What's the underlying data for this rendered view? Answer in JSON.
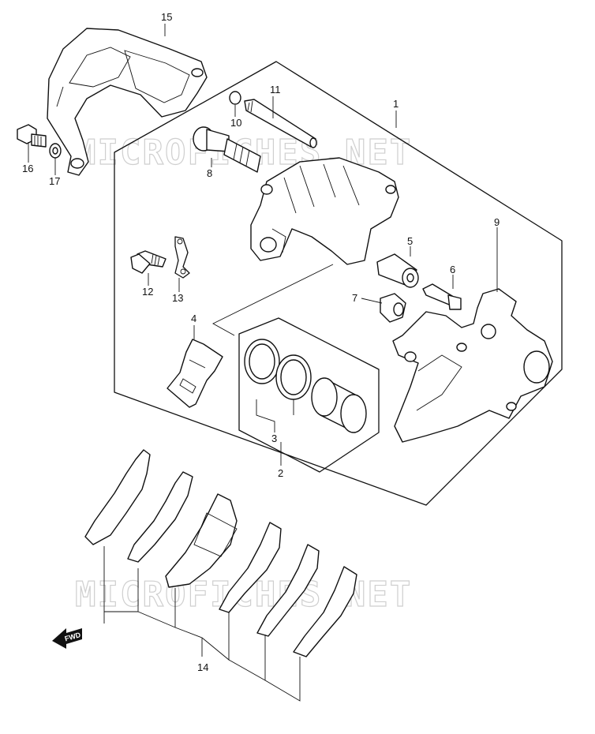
{
  "watermark": "MICROFICHES.NET",
  "fwd_label": "FWD",
  "callouts": [
    "1",
    "2",
    "3",
    "4",
    "5",
    "6",
    "7",
    "8",
    "9",
    "10",
    "11",
    "12",
    "13",
    "14",
    "15",
    "16",
    "17"
  ]
}
